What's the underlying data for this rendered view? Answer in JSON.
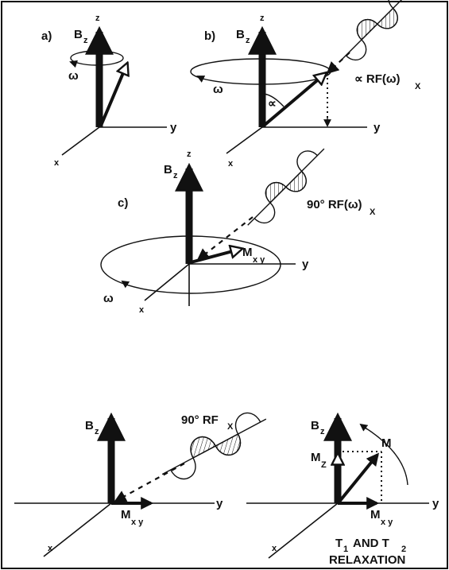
{
  "panel_a": {
    "letter": "a)",
    "axis_z": "z",
    "axis_y": "y",
    "axis_x": "x",
    "field": "B",
    "field_sub": "z",
    "omega": "ω"
  },
  "panel_b": {
    "letter": "b)",
    "axis_z": "z",
    "axis_y": "y",
    "axis_x": "x",
    "field": "B",
    "field_sub": "z",
    "omega": "ω",
    "alpha": "∝",
    "rf_label": "∝ RF(ω)",
    "rf_sub": "X"
  },
  "panel_c": {
    "letter": "c)",
    "axis_z": "z",
    "axis_y": "y",
    "axis_x": "x",
    "field": "B",
    "field_sub": "z",
    "omega": "ω",
    "mxy": "M",
    "mxy_sub": "x y",
    "rf_label": "90° RF(ω)",
    "rf_sub": "X"
  },
  "panel_d": {
    "axis_y": "y",
    "axis_x": "x",
    "field": "B",
    "field_sub": "z",
    "rf_label": "90° RF",
    "rf_sub": "X",
    "mxy": "M",
    "mxy_sub": "x y"
  },
  "panel_e": {
    "axis_y": "y",
    "axis_x": "x",
    "field": "B",
    "field_sub": "z",
    "m": "M",
    "mz": "M",
    "mz_sub": "Z",
    "mxy": "M",
    "mxy_sub": "x y",
    "relax_1": "T",
    "relax_1_sub": "1",
    "relax_and": "AND T",
    "relax_2_sub": "2",
    "relax_2": "RELAXATION"
  }
}
